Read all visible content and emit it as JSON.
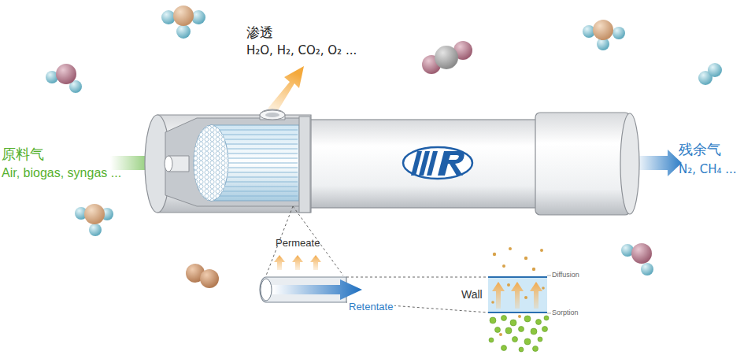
{
  "diagram": {
    "labels": [
      "渗透",
      "H₂O, H₂, CO₂, O₂ ...",
      "原料气",
      "Air, biogas, syngas ...",
      "残余气",
      "N₂, CH₄ ...",
      "Permeate",
      "Retentate",
      "Wall",
      "Diffusion",
      "Sorption"
    ]
  }
}
